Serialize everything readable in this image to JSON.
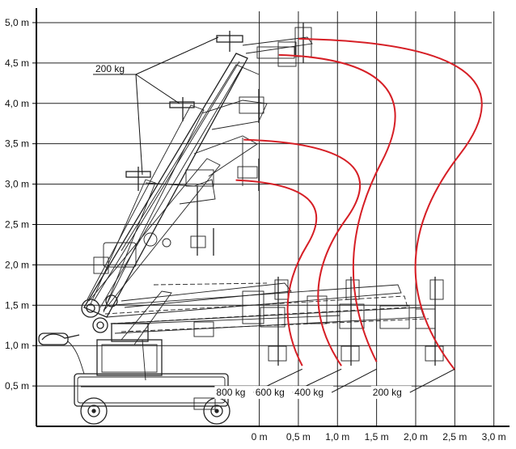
{
  "chart_data": {
    "type": "diagram",
    "x_ticks": [
      "0 m",
      "0,5 m",
      "1,0 m",
      "1,5 m",
      "2,0 m",
      "2,5 m",
      "3,0 m"
    ],
    "y_ticks": [
      "0,5 m",
      "1,0 m",
      "1,5 m",
      "2,0 m",
      "2,5 m",
      "3,0 m",
      "3,5 m",
      "4,0 m",
      "4,5 m",
      "5,0 m"
    ],
    "xlim": [
      -2.85,
      3.2
    ],
    "ylim": [
      0,
      5.2
    ],
    "top_label": "200 kg",
    "load_labels": [
      "800 kg",
      "600 kg",
      "400 kg",
      "200 kg"
    ],
    "arcs": [
      {
        "label": "800 kg",
        "top": [
          -0.3,
          3.05
        ],
        "bottom": [
          0.55,
          0.75
        ]
      },
      {
        "label": "600 kg",
        "top": [
          -0.2,
          3.55
        ],
        "bottom": [
          1.05,
          0.75
        ]
      },
      {
        "label": "400 kg",
        "top": [
          0.25,
          4.6
        ],
        "bottom": [
          1.5,
          0.8
        ]
      },
      {
        "label": "200 kg",
        "top": [
          0.5,
          4.8
        ],
        "bottom": [
          2.5,
          0.7
        ]
      }
    ],
    "accent_color": "#d61f26"
  }
}
